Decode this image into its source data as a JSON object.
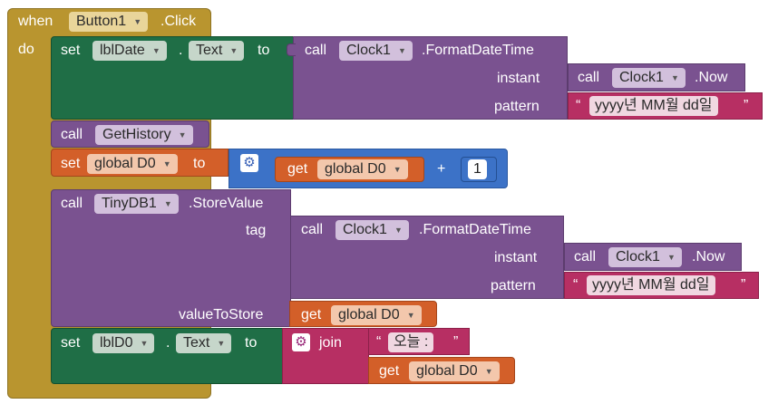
{
  "event": {
    "when": "when",
    "component": "Button1",
    "event_name": ".Click",
    "do": "do"
  },
  "stmt1": {
    "set": "set",
    "component": "lblDate",
    "dot": ".",
    "property": "Text",
    "to": "to"
  },
  "fmt1": {
    "call": "call",
    "component": "Clock1",
    "method": ".FormatDateTime",
    "instant_label": "instant",
    "pattern_label": "pattern"
  },
  "now1": {
    "call": "call",
    "component": "Clock1",
    "method": ".Now"
  },
  "pattern1": {
    "open_quote": "“",
    "value": "yyyy년 MM월 dd일",
    "close_quote": "”"
  },
  "stmt2": {
    "call": "call",
    "procedure": "GetHistory"
  },
  "stmt3": {
    "set": "set",
    "variable": "global D0",
    "to": "to"
  },
  "math1": {
    "get": "get",
    "variable": "global D0",
    "op": "+",
    "number": "1"
  },
  "stmt4": {
    "call": "call",
    "component": "TinyDB1",
    "method": ".StoreValue",
    "tag_label": "tag",
    "value_label": "valueToStore"
  },
  "fmt2": {
    "call": "call",
    "component": "Clock1",
    "method": ".FormatDateTime",
    "instant_label": "instant",
    "pattern_label": "pattern"
  },
  "now2": {
    "call": "call",
    "component": "Clock1",
    "method": ".Now"
  },
  "pattern2": {
    "open_quote": "“",
    "value": "yyyy년 MM월 dd일",
    "close_quote": "”"
  },
  "get2": {
    "get": "get",
    "variable": "global D0"
  },
  "stmt5": {
    "set": "set",
    "component": "lblD0",
    "dot": ".",
    "property": "Text",
    "to": "to"
  },
  "join1": {
    "label": "join"
  },
  "str1": {
    "open_quote": "“",
    "value": "오늘 : ",
    "close_quote": "”"
  },
  "get3": {
    "get": "get",
    "variable": "global D0"
  },
  "icons": {
    "mutator": "gear-icon",
    "dropdown": "chevron-down-icon"
  },
  "colors": {
    "event": "#b9952f",
    "component_set": "#1f6e46",
    "procedure": "#7a5290",
    "variable": "#d35f29",
    "math": "#3c72c7",
    "text": "#b72f63"
  }
}
